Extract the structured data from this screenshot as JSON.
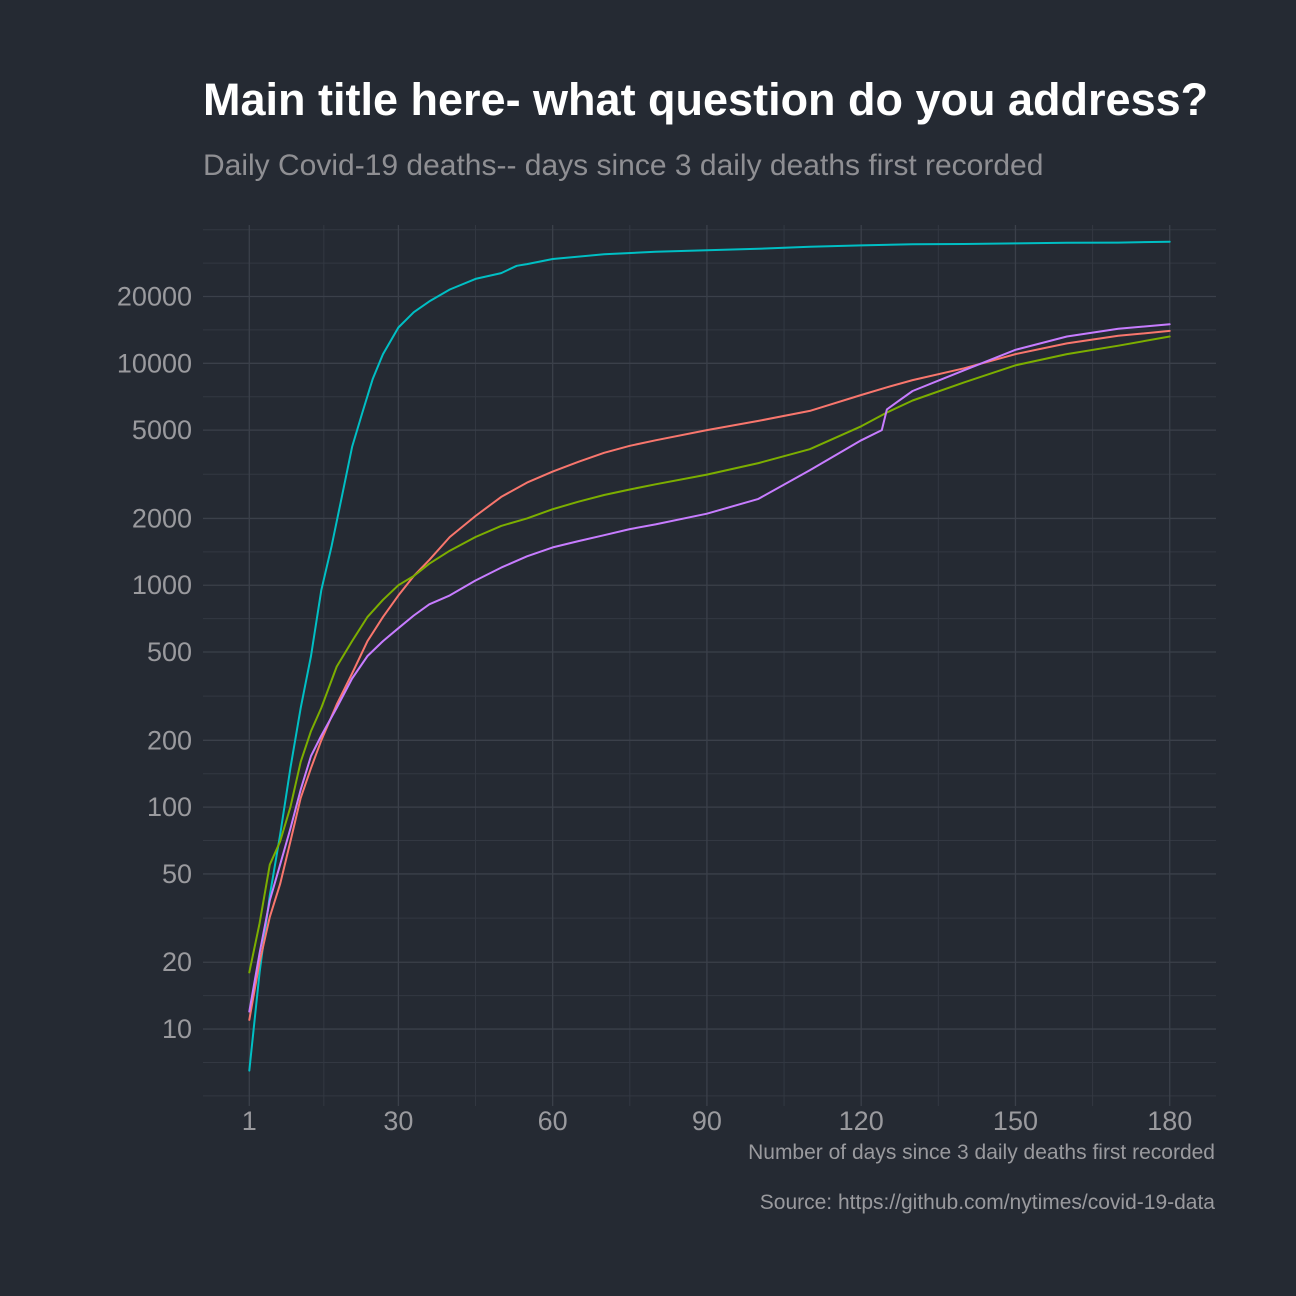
{
  "title": "Main title here- what question do you address?",
  "subtitle": "Daily Covid-19 deaths-- days since 3 daily deaths first recorded",
  "caption": "Source: https://github.com/nytimes/covid-19-data",
  "chart_data": {
    "type": "line",
    "xlabel": "Number of days since 3 daily deaths first recorded",
    "ylabel": "",
    "y_scale": "log10",
    "x_ticks": [
      1,
      30,
      60,
      90,
      120,
      150,
      180
    ],
    "y_ticks": [
      10,
      20,
      50,
      100,
      200,
      500,
      1000,
      2000,
      5000,
      10000,
      20000
    ],
    "xlim": [
      -8,
      189
    ],
    "ylim": [
      4.5,
      42000
    ],
    "grid": true,
    "legend": "none",
    "series": [
      {
        "color": "#00bfc4",
        "x": [
          1,
          3,
          5,
          7,
          9,
          11,
          13,
          15,
          17,
          19,
          21,
          23,
          25,
          27,
          30,
          33,
          36,
          40,
          45,
          50,
          53,
          55,
          60,
          70,
          80,
          90,
          100,
          110,
          120,
          130,
          140,
          150,
          160,
          170,
          180
        ],
        "y": [
          6.5,
          18,
          40,
          75,
          150,
          280,
          480,
          950,
          1500,
          2500,
          4200,
          6000,
          8500,
          11000,
          14500,
          17000,
          19000,
          21500,
          24000,
          25500,
          27500,
          28000,
          29500,
          31000,
          31800,
          32300,
          32800,
          33500,
          34000,
          34400,
          34500,
          34700,
          34900,
          35000,
          35300
        ]
      },
      {
        "color": "#f8766d",
        "x": [
          1,
          3,
          5,
          7,
          9,
          11,
          13,
          15,
          18,
          21,
          24,
          27,
          30,
          33,
          36,
          40,
          45,
          50,
          55,
          60,
          65,
          70,
          75,
          80,
          90,
          100,
          110,
          120,
          125,
          130,
          140,
          150,
          160,
          170,
          180
        ],
        "y": [
          11,
          20,
          32,
          45,
          70,
          110,
          150,
          200,
          290,
          400,
          560,
          720,
          900,
          1100,
          1300,
          1650,
          2050,
          2500,
          2900,
          3250,
          3600,
          3950,
          4250,
          4500,
          5000,
          5500,
          6100,
          7200,
          7800,
          8400,
          9500,
          11000,
          12300,
          13300,
          14000
        ]
      },
      {
        "color": "#7cae00",
        "x": [
          1,
          3,
          5,
          7,
          9,
          11,
          13,
          15,
          18,
          21,
          24,
          27,
          30,
          33,
          36,
          40,
          45,
          50,
          55,
          60,
          65,
          70,
          75,
          80,
          90,
          100,
          110,
          120,
          125,
          130,
          140,
          150,
          160,
          170,
          180
        ],
        "y": [
          18,
          30,
          55,
          70,
          100,
          160,
          220,
          280,
          430,
          560,
          720,
          860,
          1000,
          1100,
          1250,
          1430,
          1650,
          1850,
          2000,
          2200,
          2380,
          2550,
          2700,
          2850,
          3150,
          3550,
          4100,
          5200,
          6000,
          6800,
          8200,
          9800,
          11000,
          12000,
          13200
        ]
      },
      {
        "color": "#c77cff",
        "x": [
          1,
          3,
          5,
          7,
          9,
          11,
          13,
          15,
          18,
          21,
          24,
          27,
          30,
          33,
          36,
          40,
          45,
          50,
          55,
          60,
          65,
          70,
          75,
          80,
          90,
          100,
          110,
          120,
          124,
          125,
          127,
          130,
          140,
          150,
          160,
          170,
          180
        ],
        "y": [
          12,
          22,
          38,
          55,
          80,
          120,
          170,
          210,
          280,
          380,
          480,
          560,
          640,
          730,
          820,
          900,
          1050,
          1200,
          1350,
          1480,
          1580,
          1680,
          1790,
          1880,
          2100,
          2450,
          3300,
          4500,
          5000,
          6200,
          6700,
          7500,
          9300,
          11500,
          13200,
          14300,
          15000
        ]
      }
    ]
  }
}
